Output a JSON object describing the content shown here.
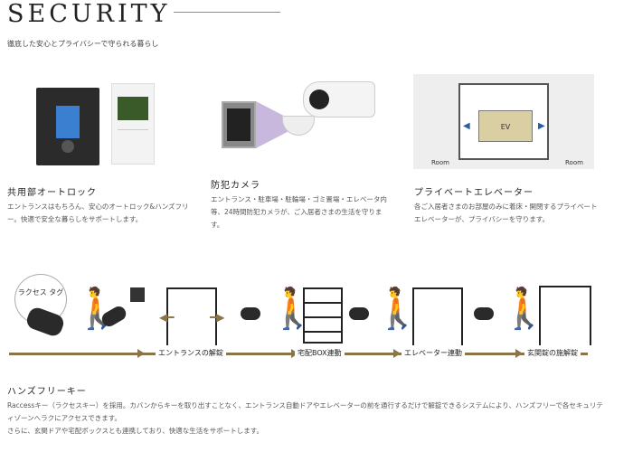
{
  "header": {
    "title": "SECURITY",
    "subtitle": "徹底した安心とプライバシーで守られる暮らし"
  },
  "features": [
    {
      "title": "共用部オートロック",
      "text": "エントランスはもちろん、安心のオートロック&ハンズフリー。快適で安全な暮らしをサポートします。"
    },
    {
      "title": "防犯カメラ",
      "text": "エントランス・駐車場・駐輪場・ゴミ置場・エレベータ内等、24時間防犯カメラが、ご入居者さまの生活を守ります。"
    },
    {
      "title": "プライベートエレベーター",
      "text": "各ご入居者さまのお部屋のみに着床・開閉するプライベートエレベーターが、プライバシーを守ります。"
    }
  ],
  "elevator_plan": {
    "ev": "EV",
    "room_left": "Room",
    "room_right": "Room"
  },
  "flow": {
    "tag_bubble": "ラクセス タグ",
    "steps": [
      "エントランスの解錠",
      "宅配BOX連動",
      "エレベーター連動",
      "玄関錠の施解錠"
    ]
  },
  "handsfree": {
    "title": "ハンズフリーキー",
    "lines": [
      "Raccessキー（ラクセスキー）を採用。カバンからキーを取り出すことなく、エントランス自動ドアやエレベーターの前を通行するだけで解錠できるシステムにより、ハンズフリーで各セキュリティゾーンへラクにアクセスできます。",
      "さらに、玄関ドアや宅配ボックスとも連携しており、快適な生活をサポートします。"
    ]
  },
  "colors": {
    "gold": "#8b7548"
  }
}
